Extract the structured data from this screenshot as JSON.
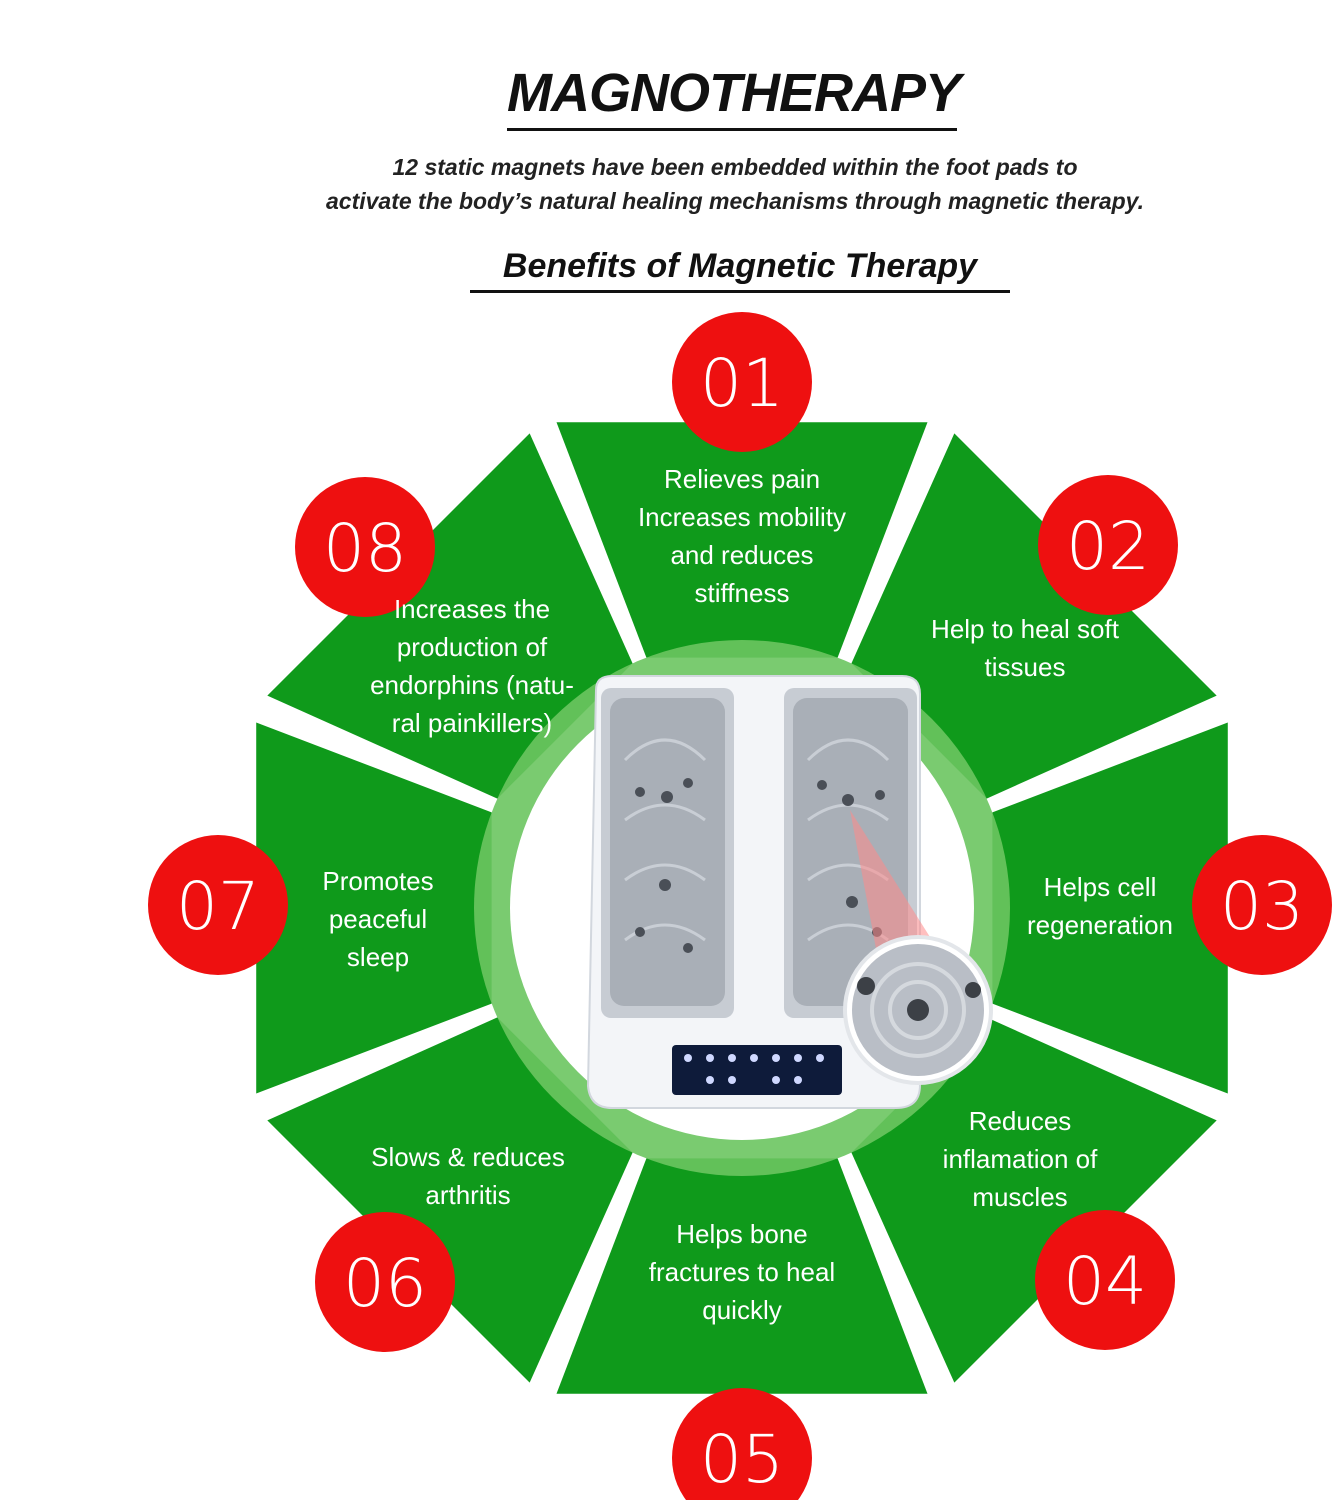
{
  "header": {
    "title": "MAGNOTHERAPY",
    "subtitle_line1": "12 static magnets have been embedded within the foot pads to",
    "subtitle_line2": "activate the body’s natural healing mechanisms through magnetic therapy.",
    "benefits_heading": "Benefits of Magnetic Therapy"
  },
  "colors": {
    "segment_green": "#0f9a1b",
    "badge_red": "#ee1010",
    "ring_light_green": "#6cc560"
  },
  "benefits": [
    {
      "number": "01",
      "text": "Relieves pain Increases mobility and reduces stiffness"
    },
    {
      "number": "02",
      "text": "Help to heal soft tissues"
    },
    {
      "number": "03",
      "text": "Helps cell regeneration"
    },
    {
      "number": "04",
      "text": "Reduces inflamation of muscles"
    },
    {
      "number": "05",
      "text": "Helps bone fractures to heal quickly"
    },
    {
      "number": "06",
      "text": "Slows & reduces arthritis"
    },
    {
      "number": "07",
      "text": "Promotes peaceful sleep"
    },
    {
      "number": "08",
      "text": "Increases the production of endorphins (natu-ral painkillers)"
    }
  ],
  "product_image": {
    "icon": "foot-massager-device-image",
    "detail_icon": "magnet-closeup-image"
  }
}
